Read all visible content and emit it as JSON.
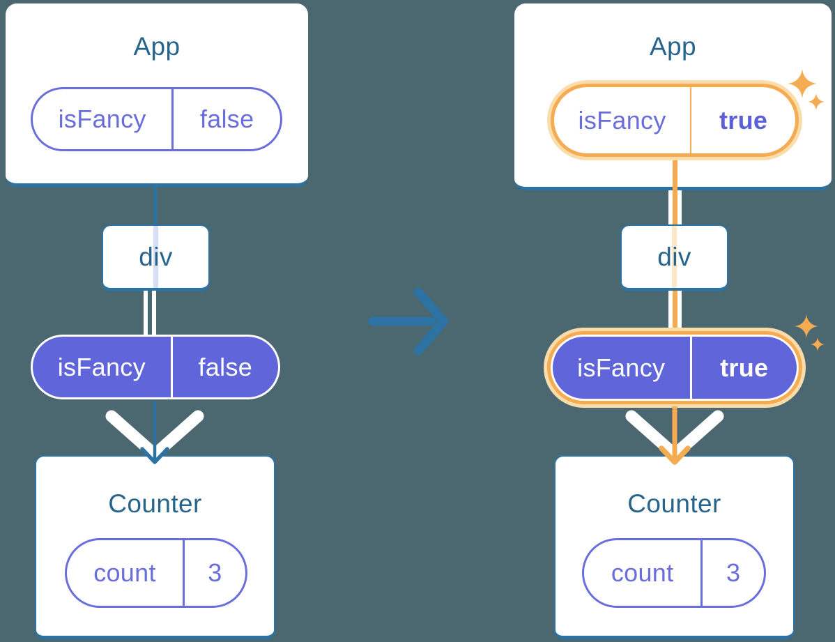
{
  "colors": {
    "bg": "#4B6770",
    "blue": "#2C72A3",
    "titleText": "#27648C",
    "purple": "#6065D9",
    "purpleOutline": "#6A6EDB",
    "purpleBold": "#5B60D6",
    "orange": "#F4AB52",
    "orangeGlow": "#FBDCAB",
    "orangePale": "#FCE7C8",
    "lavenderPale": "#D8DEF5",
    "white": "#FFFFFF"
  },
  "before": {
    "app": {
      "title": "App",
      "prop": {
        "key": "isFancy",
        "value": "false"
      }
    },
    "div": {
      "label": "div"
    },
    "pill": {
      "key": "isFancy",
      "value": "false"
    },
    "counter": {
      "title": "Counter",
      "state": {
        "key": "count",
        "value": "3"
      }
    }
  },
  "after": {
    "app": {
      "title": "App",
      "prop": {
        "key": "isFancy",
        "value": "true"
      }
    },
    "div": {
      "label": "div"
    },
    "pill": {
      "key": "isFancy",
      "value": "true"
    },
    "counter": {
      "title": "Counter",
      "state": {
        "key": "count",
        "value": "3"
      }
    }
  },
  "icons": {
    "sparkle": "four-point-star",
    "transition_arrow": "arrow-right",
    "pass_arrow": "chevron-down-arrow"
  }
}
